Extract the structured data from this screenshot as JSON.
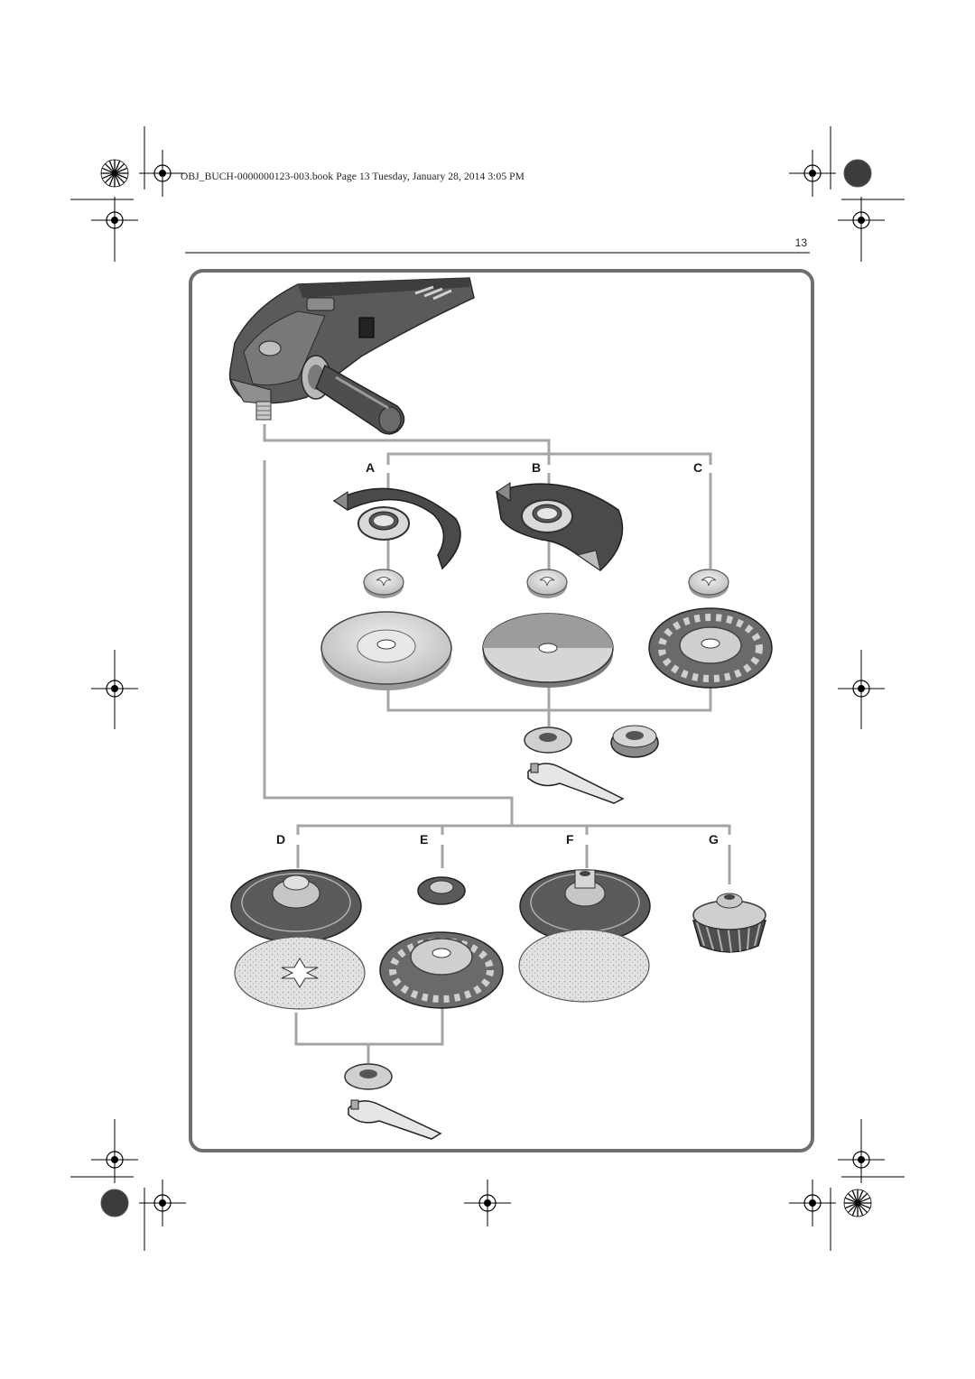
{
  "header": {
    "file_info": "OBJ_BUCH-0000000123-003.book  Page 13  Tuesday, January 28, 2014  3:05 PM",
    "page_number": "13"
  },
  "figure": {
    "variant_labels": [
      "A",
      "B",
      "C",
      "D",
      "E",
      "F",
      "G"
    ]
  },
  "colors": {
    "frame": "#7a7a7a",
    "connector": "#a8a8a8",
    "tool_dark": "#4a4a4a",
    "tool_mid": "#8c8c8c",
    "tool_light": "#d6d6d6"
  }
}
